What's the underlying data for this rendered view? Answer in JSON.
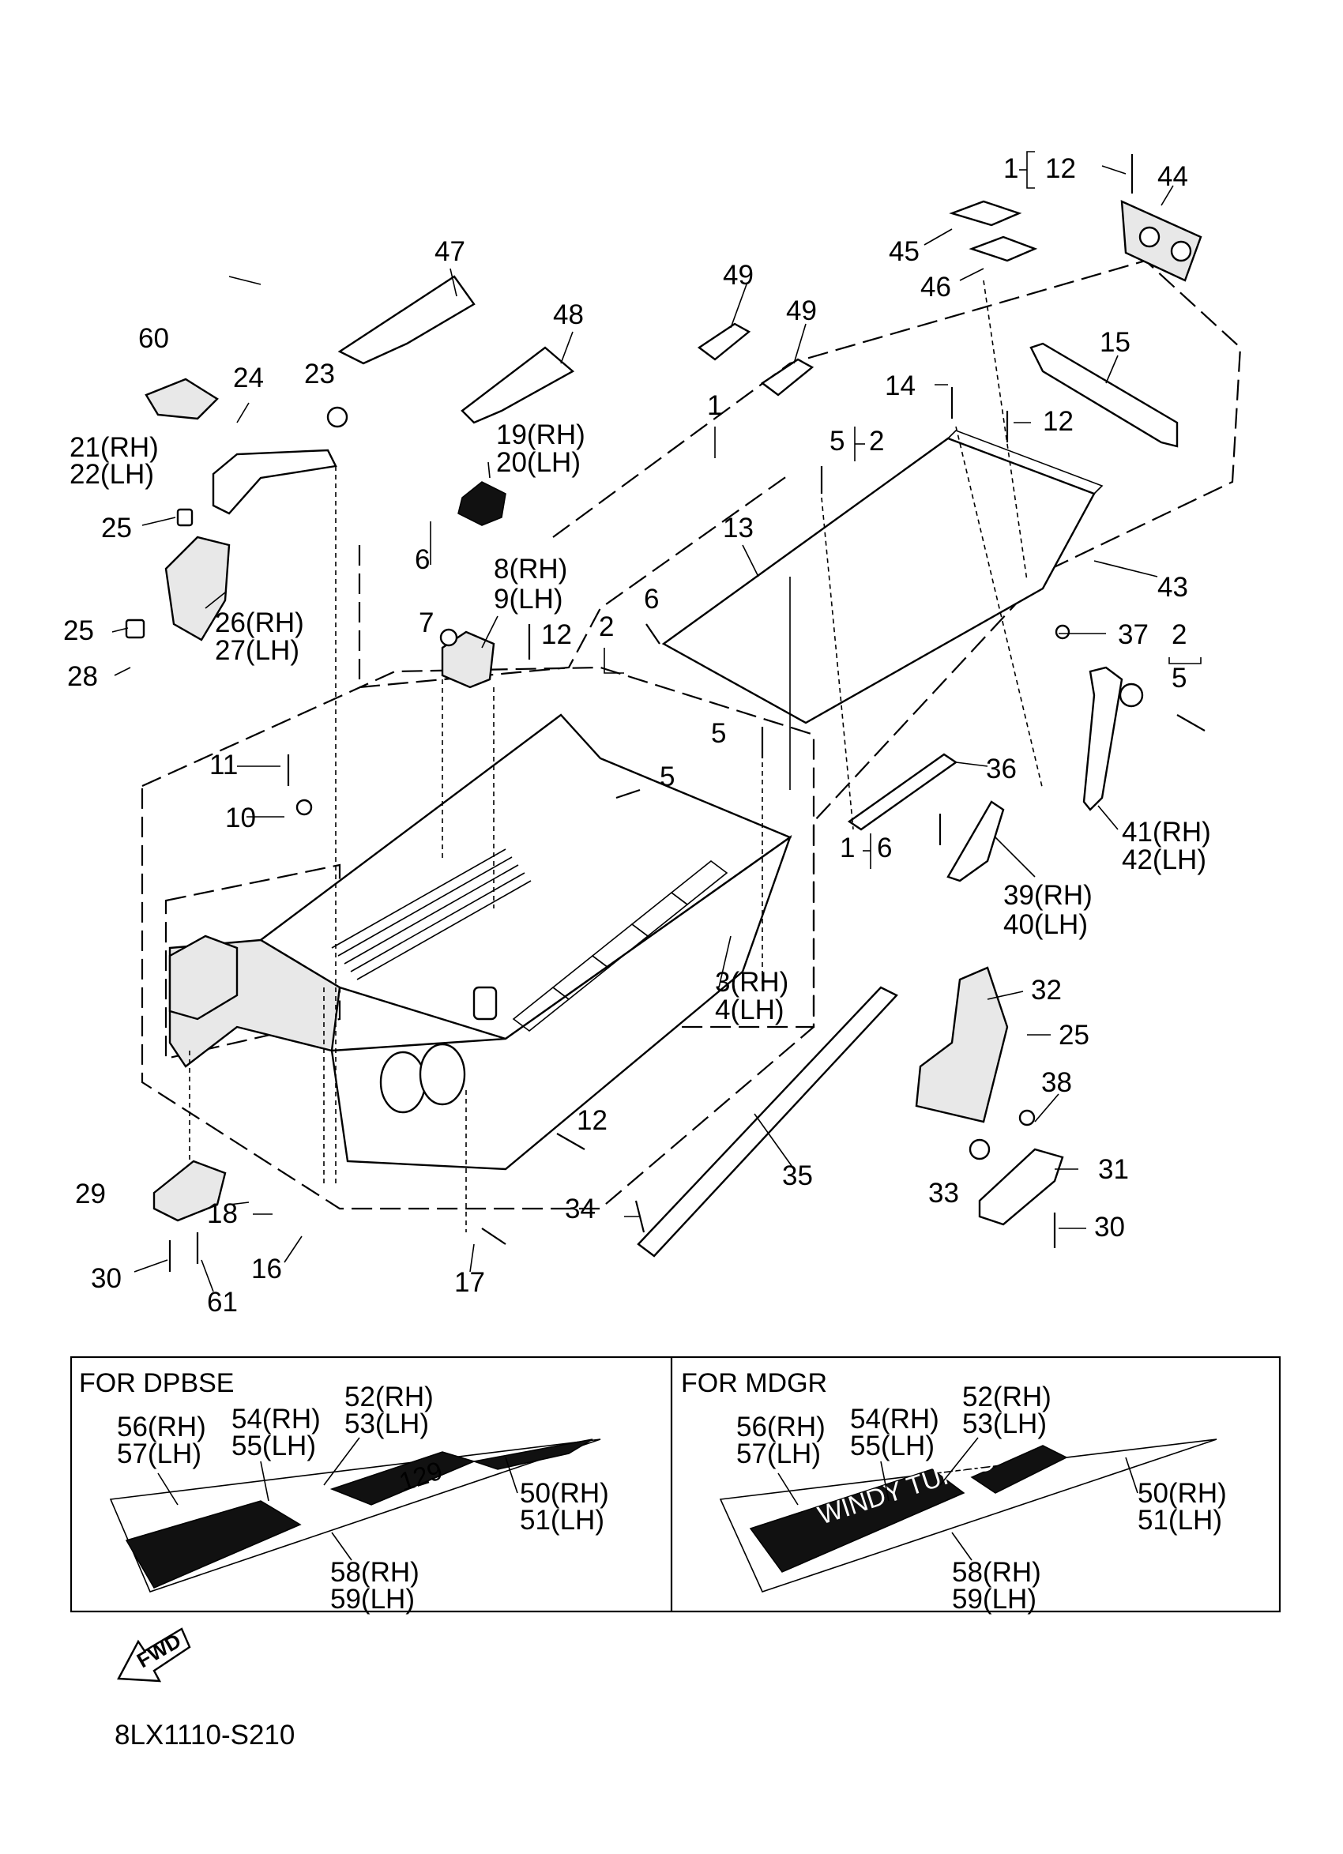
{
  "callouts": {
    "c1": "1",
    "c1b": "1",
    "c1c": "1",
    "c2": "2",
    "c2b": "2",
    "c2c": "2",
    "c3": "3(RH)",
    "c4": "4(LH)",
    "c5": "5",
    "c5b": "5",
    "c5c": "5",
    "c5d": "5",
    "c6": "6",
    "c6b": "6",
    "c6c": "6",
    "c7": "7",
    "c8": "8(RH)",
    "c9": "9(LH)",
    "c10": "10",
    "c11": "11",
    "c12": "12",
    "c12b": "12",
    "c12c": "12",
    "c12d": "12",
    "c13": "13",
    "c14": "14",
    "c15": "15",
    "c16": "16",
    "c17": "17",
    "c18": "18",
    "c19": "19(RH)",
    "c20": "20(LH)",
    "c21": "21(RH)",
    "c22": "22(LH)",
    "c23": "23",
    "c24": "24",
    "c25": "25",
    "c25b": "25",
    "c25c": "25",
    "c26": "26(RH)",
    "c27": "27(LH)",
    "c28": "28",
    "c29": "29",
    "c30": "30",
    "c30b": "30",
    "c31": "31",
    "c32": "32",
    "c33": "33",
    "c34": "34",
    "c35": "35",
    "c36": "36",
    "c37": "37",
    "c38": "38",
    "c39": "39(RH)",
    "c40": "40(LH)",
    "c41": "41(RH)",
    "c42": "42(LH)",
    "c43": "43",
    "c44": "44",
    "c45": "45",
    "c46": "46",
    "c47": "47",
    "c48": "48",
    "c49": "49",
    "c49b": "49",
    "c60": "60",
    "c61": "61"
  },
  "variant_left": {
    "title": "FOR DPBSE",
    "l56": "56(RH)",
    "l57": "57(LH)",
    "l54": "54(RH)",
    "l55": "55(LH)",
    "l52": "52(RH)",
    "l53": "53(LH)",
    "l50": "50(RH)",
    "l51": "51(LH)",
    "l58": "58(RH)",
    "l59": "59(LH)",
    "graphic_text": "129"
  },
  "variant_right": {
    "title": "FOR MDGR",
    "l56": "56(RH)",
    "l57": "57(LH)",
    "l54": "54(RH)",
    "l55": "55(LH)",
    "l52": "52(RH)",
    "l53": "53(LH)",
    "l50": "50(RH)",
    "l51": "51(LH)",
    "l58": "58(RH)",
    "l59": "59(LH)",
    "graphic_text": "WINDY TURBO"
  },
  "fwd_label": "FWD",
  "diagram_code": "8LX1110-S210"
}
